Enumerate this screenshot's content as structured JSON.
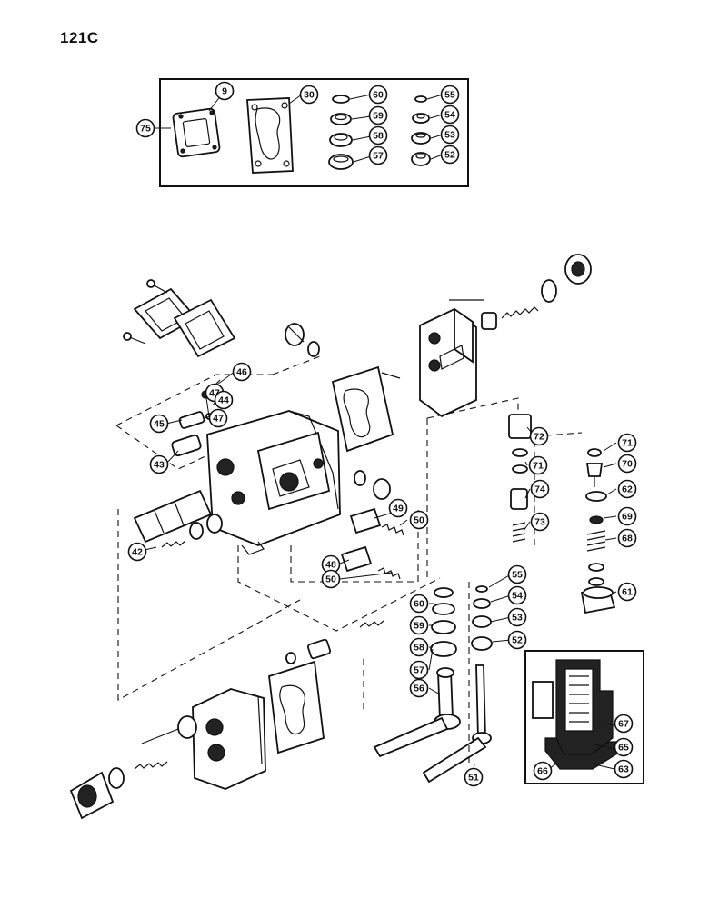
{
  "page_label": "121C",
  "kit_callouts": {
    "kit": "75",
    "top_row": [
      "9",
      "30",
      "60",
      "55"
    ],
    "seals_left": [
      "59",
      "58",
      "57"
    ],
    "seals_right": [
      "54",
      "53",
      "52"
    ]
  },
  "main_callouts": [
    "46",
    "47",
    "44",
    "47",
    "45",
    "43",
    "42",
    "49",
    "50",
    "48",
    "50",
    "72",
    "71",
    "74",
    "73",
    "71",
    "70",
    "62",
    "69",
    "68",
    "61",
    "60",
    "59",
    "58",
    "57",
    "56",
    "55",
    "54",
    "53",
    "52",
    "51"
  ],
  "inset_callouts": [
    "67",
    "65",
    "66",
    "63"
  ]
}
